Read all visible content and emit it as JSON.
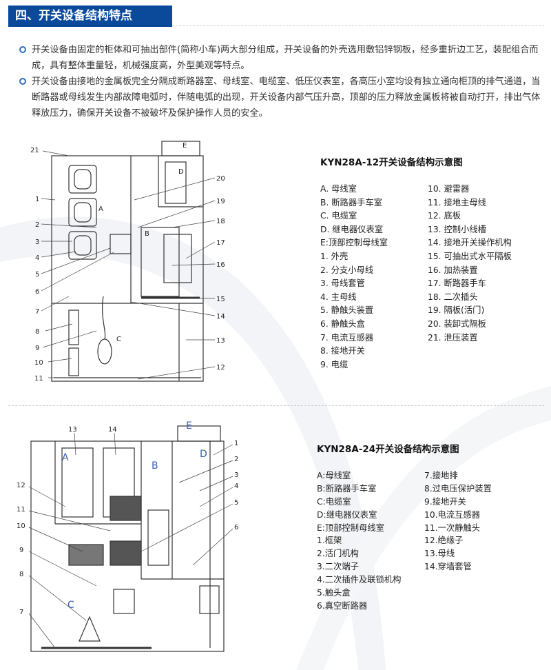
{
  "header": {
    "title": "四、开关设备结构特点"
  },
  "paragraphs": [
    "开关设备由固定的柜体和可抽出部件(简称小车)两大部分组成，开关设备的外壳选用敷铝锌钢板，经多重折边工艺，装配组合而成，具有整体重量轻，机械强度高，外型美观等特点。",
    "开关设备由接地的金属板完全分隔成断路器室、母线室、电缆室、低压仪表室，各高压小室均设有独立通向柜顶的排气通道，当断路器或母线发生内部故障电弧时，伴随电弧的出现，开关设备内部气压升高，顶部的压力释放金属板将被自动打开，排出气体释放压力，确保开关设备不被破坏及保护操作人员的安全。"
  ],
  "diagram1": {
    "title": "KYN28A-12开关设备结构示意图",
    "col1": [
      "A.  母线室",
      "B.  断路器手车室",
      "C.  电缆室",
      "D.  继电器仪表室",
      "E:顶部控制母线室",
      "1.  外壳",
      "2.  分支小母线",
      "3.  母线套管",
      "4.  主母线",
      "5.  静触头装置",
      "6.  静触头盒",
      "7.  电流互感器",
      "8.  接地开关",
      "9.  电缆"
    ],
    "col2": [
      "10.  避雷器",
      "11.  接地主母线",
      "12.  底板",
      "13.  控制小线槽",
      "14.  接地开关操作机构",
      "15.  可抽出式水平隔板",
      "16.  加热装置",
      "17.  断路器手车",
      "18.  二次插头",
      "19.  隔板(活门)",
      "20.  装卸式隔板",
      "21.  泄压装置"
    ],
    "callouts": {
      "n21": "21",
      "n1": "1",
      "n2": "2",
      "n3": "3",
      "n4": "4",
      "n5": "5",
      "n6": "6",
      "n7": "7",
      "n8": "8",
      "n9": "9",
      "n10": "10",
      "n11": "11",
      "n12": "12",
      "n13": "13",
      "n14": "14",
      "n15": "15",
      "n16": "16",
      "n17": "17",
      "n18": "18",
      "n19": "19",
      "n20": "20",
      "A": "A",
      "B": "B",
      "C": "C",
      "D": "D",
      "E": "E"
    }
  },
  "diagram2": {
    "title": "KYN28A-24开关设备结构示意图",
    "col1": [
      "A:母线室",
      "B:断路器手车室",
      "C:电缆室",
      "D:继电器仪表室",
      "E:顶部控制母线室",
      "1.框架",
      "2.活门机构",
      "3.二次端子",
      "4.二次插件及联锁机构",
      "5.触头盒",
      "6.真空断路器"
    ],
    "col2": [
      "7.接地排",
      "8.过电压保护装置",
      "9.接地开关",
      "10.电流互感器",
      "11.一次静触头",
      "12.绝缘子",
      "13.母线",
      "14.穿墙套管"
    ],
    "callouts": {
      "n1": "1",
      "n2": "2",
      "n3": "3",
      "n4": "4",
      "n5": "5",
      "n6": "6",
      "n7": "7",
      "n8": "8",
      "n9": "9",
      "n10": "10",
      "n11": "11",
      "n12": "12",
      "n13": "13",
      "n14": "14",
      "A": "A",
      "B": "B",
      "C": "C",
      "D": "D",
      "E": "E"
    }
  },
  "colors": {
    "accent": "#0b4a9a",
    "bullet": "#2b6cc0"
  }
}
